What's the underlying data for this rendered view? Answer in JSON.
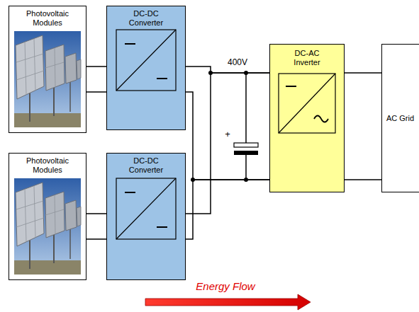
{
  "diagram": {
    "nodes": [
      {
        "text": [
          "Photovoltaic Modules"
        ]
      },
      {
        "text": [
          "DC-DC Converter"
        ]
      },
      {
        "text": [
          "Photovoltaic Modules"
        ]
      },
      {
        "text": [
          "DC-DC Converter"
        ]
      },
      {
        "text": [
          "DC-AC Inverter"
        ]
      },
      {
        "text": [
          "AC Grid"
        ]
      }
    ],
    "edges": [
      {
        "from": 0,
        "to": 1,
        "arrow": "none"
      },
      {
        "from": 2,
        "to": 3,
        "arrow": "none"
      },
      {
        "from": 1,
        "to": 4,
        "arrow": "none"
      },
      {
        "from": 3,
        "to": 4,
        "arrow": "none"
      },
      {
        "from": 4,
        "to": 5,
        "arrow": "none"
      }
    ],
    "labels": [
      "400V",
      "+",
      "Energy Flow"
    ]
  }
}
